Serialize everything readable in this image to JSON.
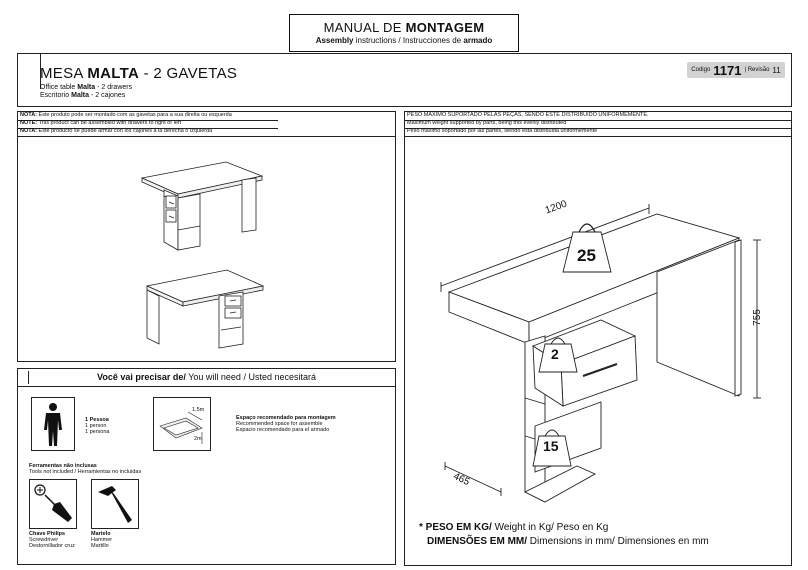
{
  "header": {
    "title_light": "MANUAL DE",
    "title_bold": "MONTAGEM",
    "sub_en_bold": "Assembly",
    "sub_en": "instructions /",
    "sub_es": "Instrucciones de",
    "sub_es_bold": "armado"
  },
  "product": {
    "title_light": "MESA",
    "title_bold": "MALTA",
    "title_rest": "- 2 GAVETAS",
    "en_prefix": "Office table",
    "en_bold": "Malta",
    "en_rest": "- 2 drawers",
    "es_prefix": "Escritorio",
    "es_bold": "Malta",
    "es_rest": "- 2 cajones",
    "code_label": "Codigo",
    "code": "1171",
    "revision_label": "| Revisão",
    "revision": "11"
  },
  "notes": [
    {
      "label": "NOTA:",
      "text": "Este produto pode ser montado com as gavetas para a sua direita ou esquerda"
    },
    {
      "label": "NOTE:",
      "text": "This product can be assembled with drawers to right or left"
    },
    {
      "label": "NOTA:",
      "text": "Este producto se puede armar con los cajones a la derecha o izquierda"
    }
  ],
  "weight_notes": {
    "pt": "PESO MÁXIMO SUPORTADO PELAS PEÇAS, SENDO ESTE DISTRIBUÍDO UNIFORMEMENTE.",
    "en": "Maximum weight supported by parts, being this evenly distributed",
    "es": "Peso máximo soportado por las partes, siendo esta distribuida uniformemente"
  },
  "need": {
    "title_bold": "Você vai precisar de/",
    "title_rest": "You will need / Usted necesitará"
  },
  "person": {
    "pt": "1 Pessoa",
    "en": "1 person",
    "es": "1 persona"
  },
  "space": {
    "pt": "Espaço recomendado para montagem",
    "en": "Recommended space for assemble",
    "es": "Espacio recomendado para el armado",
    "dim_a": "1.5m",
    "dim_b": "2m"
  },
  "tools": {
    "pt": "Ferramentas não inclusas",
    "en_es": "Tools not included / Herramientas no incluidas"
  },
  "screwdriver": {
    "pt": "Chave Philips",
    "en": "Screwdriver",
    "es": "Destornillador cruz"
  },
  "hammer": {
    "pt": "Martelo",
    "en": "Hammer",
    "es": "Martillo"
  },
  "drawing": {
    "width": "1200",
    "height": "755",
    "depth": "465",
    "load_top": "25",
    "load_drawer": "2",
    "load_shelf": "15"
  },
  "legend": {
    "weight_bold": "PESO EM KG/",
    "weight_rest": "Weight in Kg/ Peso en Kg",
    "dim_bold": "DIMENSÕES EM MM/",
    "dim_rest": "Dimensions in mm/ Dimensiones en mm"
  }
}
